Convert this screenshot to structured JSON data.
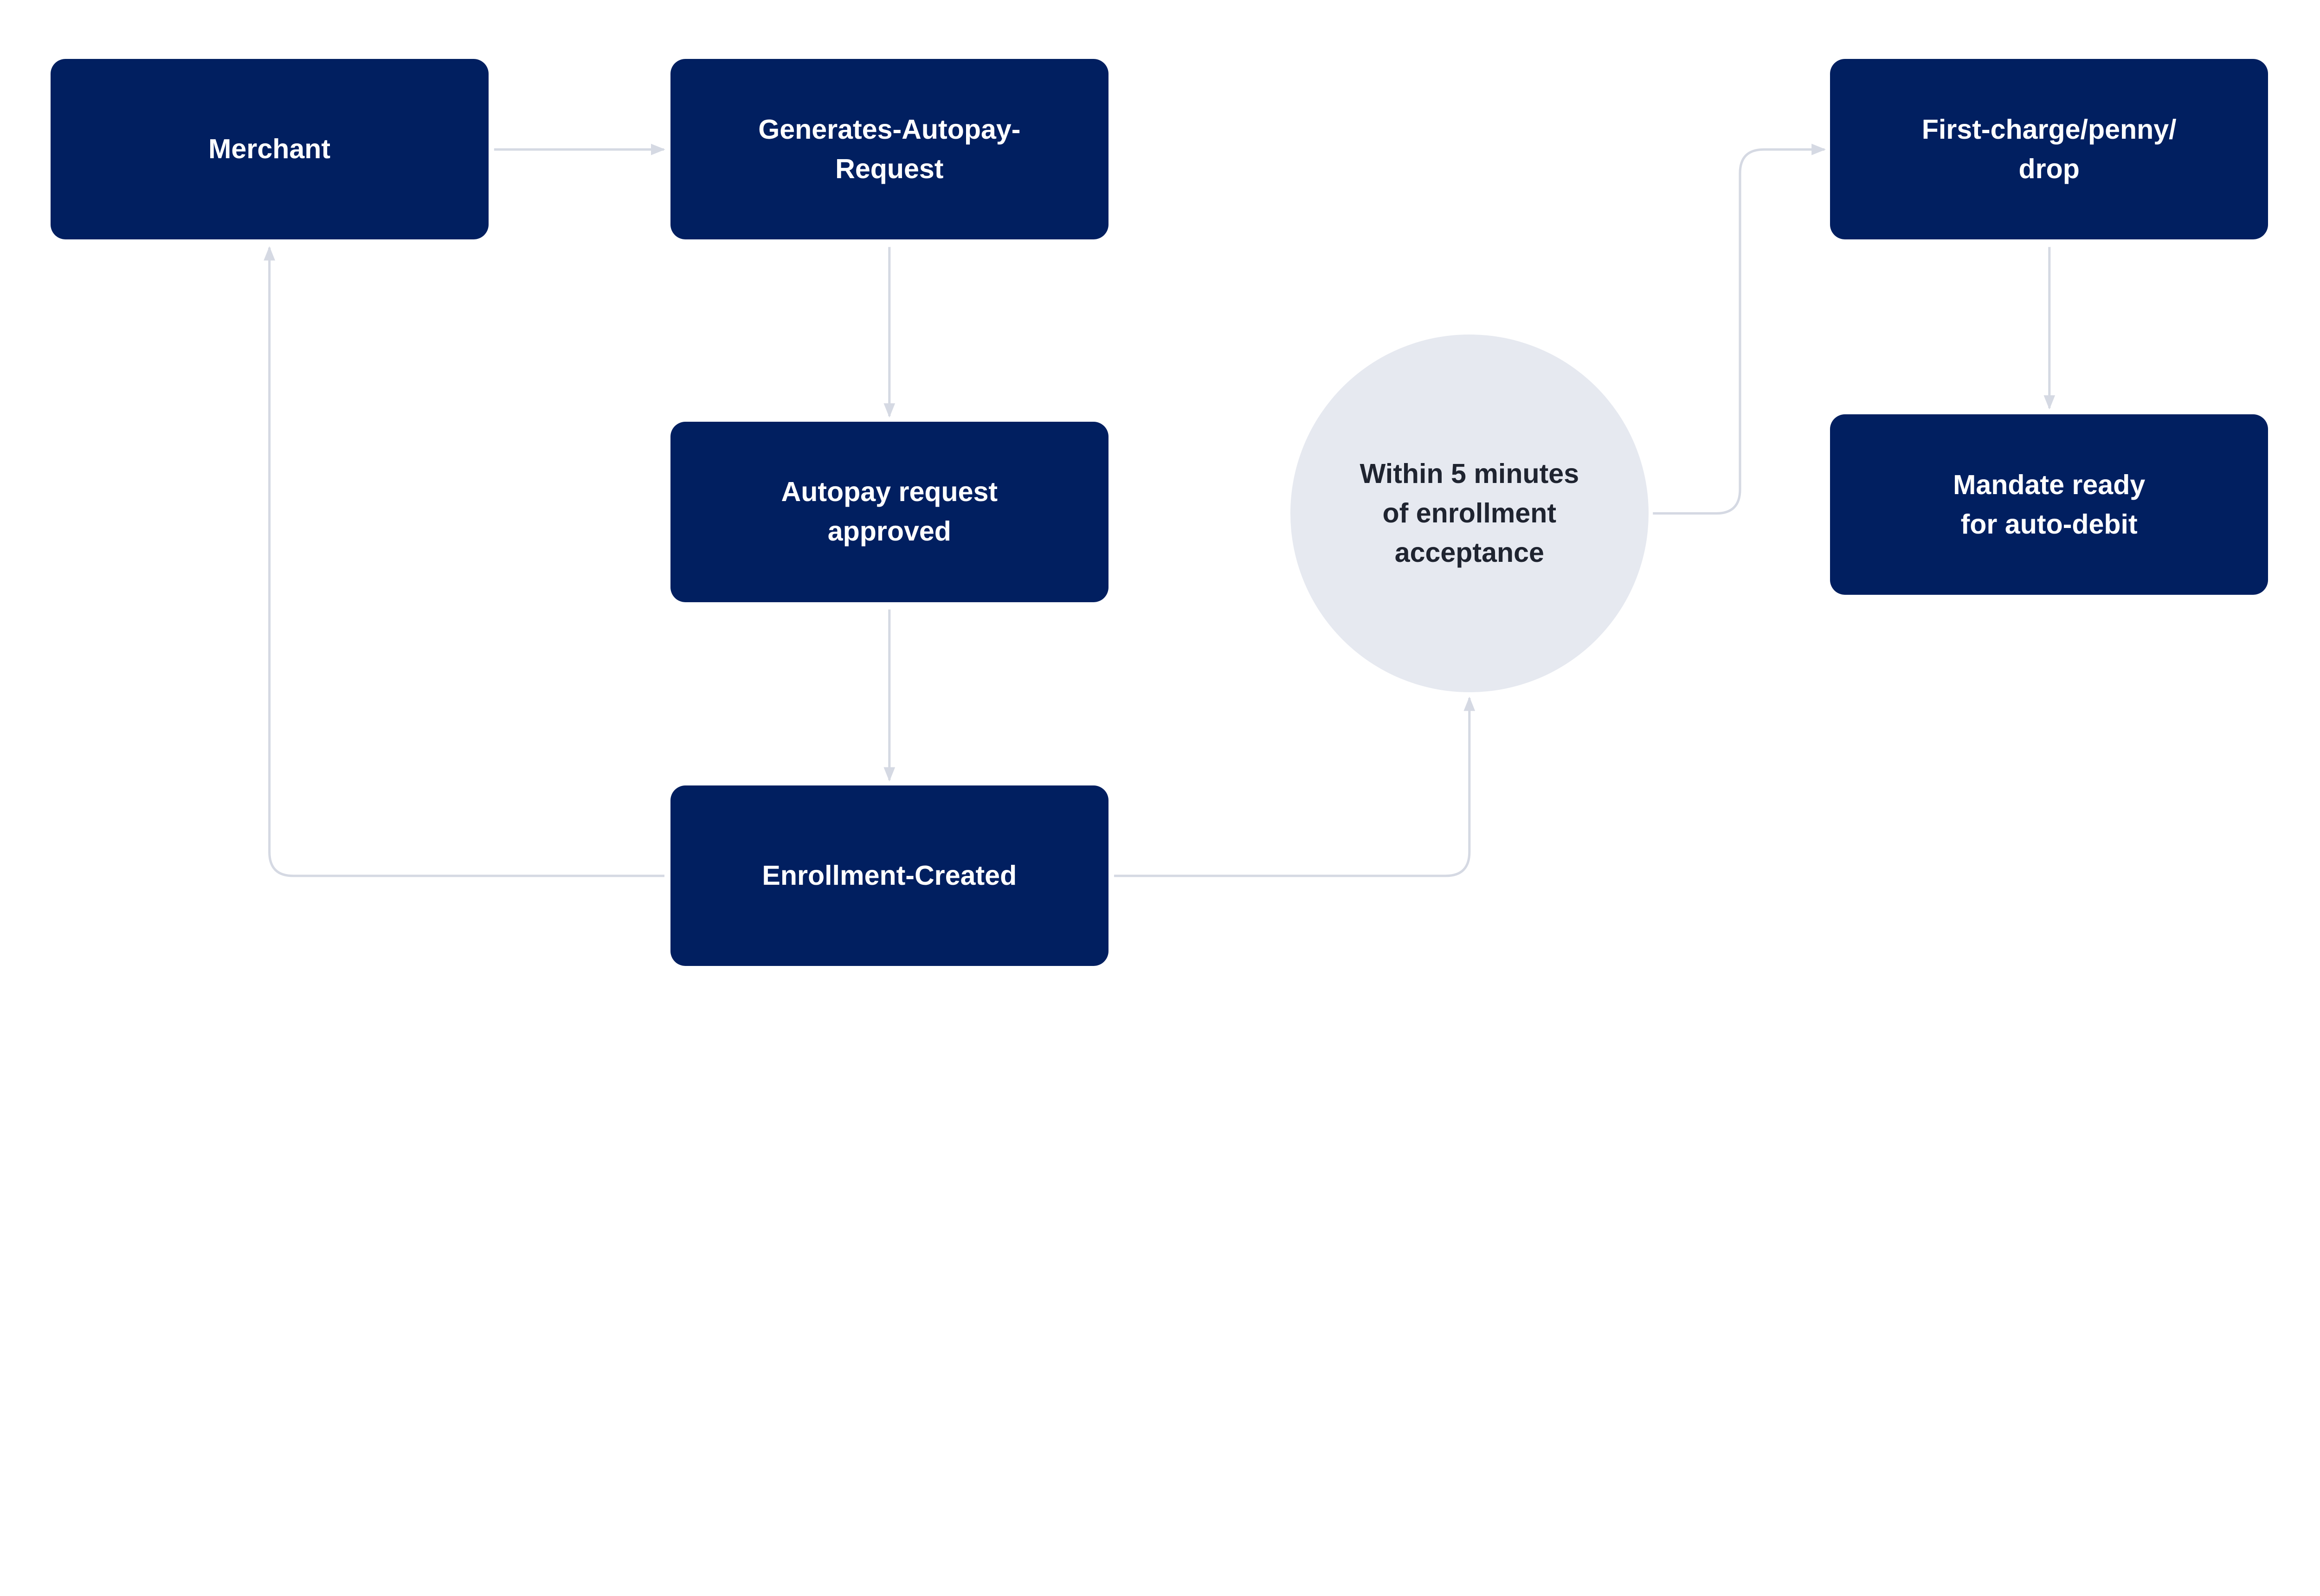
{
  "nodes": {
    "merchant": "Merchant",
    "generates_request": "Generates-Autopay-\nRequest",
    "request_approved": "Autopay request\napproved",
    "enrollment_created": "Enrollment-Created",
    "within_5_minutes": "Within 5 minutes\nof enrollment\nacceptance",
    "first_charge": "First-charge/penny/\ndrop",
    "mandate_ready": "Mandate ready\nfor auto-debit"
  },
  "colors": {
    "box_fill": "#011f60",
    "box_text": "#ffffff",
    "circle_fill": "#e6e9f0",
    "circle_text": "#1f2430",
    "connector": "#d5d9e3"
  }
}
